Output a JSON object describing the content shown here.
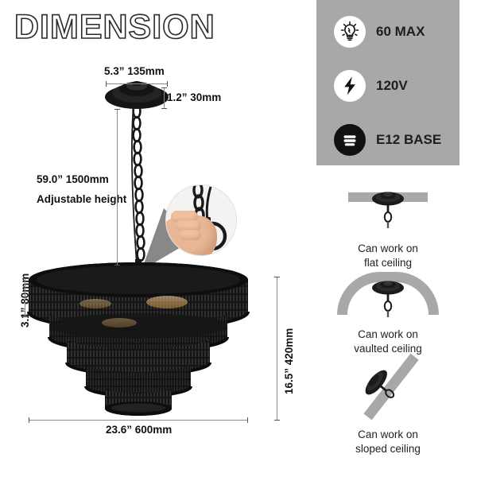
{
  "title": "DIMENSION",
  "specs": [
    {
      "icon": "light-bulb-icon",
      "label": "60 MAX"
    },
    {
      "icon": "lightning-bolt-icon",
      "label": "120V"
    },
    {
      "icon": "bulb-base-icon",
      "label": "E12 BASE"
    }
  ],
  "ceilings": [
    {
      "icon": "flat-ceiling-icon",
      "line1": "Can work on",
      "line2": "flat ceiling"
    },
    {
      "icon": "vaulted-ceiling-icon",
      "line1": "Can work on",
      "line2": "vaulted ceiling"
    },
    {
      "icon": "sloped-ceiling-icon",
      "line1": "Can work on",
      "line2": "sloped ceiling"
    }
  ],
  "dimensions": {
    "canopy_width": "5.3”  135mm",
    "canopy_height": "1.2”  30mm",
    "chain_length": "59.0”  1500mm",
    "chain_note": "Adjustable height",
    "top_tier_height": "3.1”  80mm",
    "body_height": "16.5”  420mm",
    "body_width": "23.6”  600mm"
  },
  "colors": {
    "panel_gray": "#a8a8a8",
    "fixture_black": "#141414",
    "dim_line": "#8c8c8c",
    "text": "#1d1d1d"
  }
}
